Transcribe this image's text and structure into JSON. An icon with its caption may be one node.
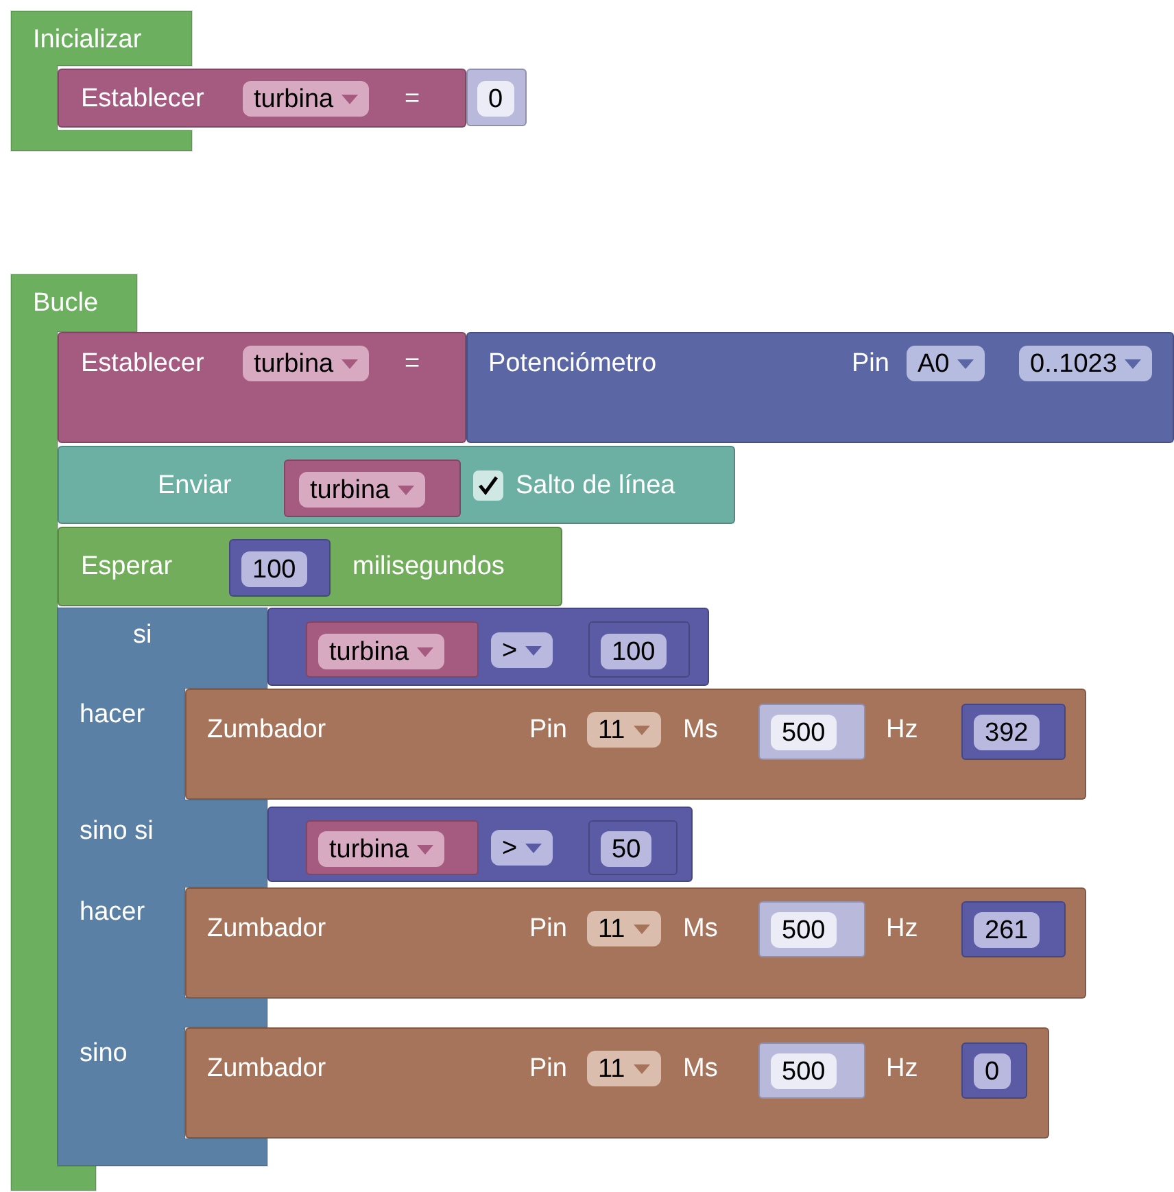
{
  "diagram": {
    "nodes": [
      {
        "text": [
          "Inicializar"
        ]
      },
      {
        "text": [
          "Establecer",
          "turbina",
          "="
        ]
      },
      {
        "text": [
          "0"
        ]
      },
      {
        "text": [
          "Bucle"
        ]
      },
      {
        "text": [
          "Establecer",
          "turbina",
          "="
        ]
      },
      {
        "text": [
          "Potenciómetro",
          "Pin",
          "A0",
          "0..1023"
        ]
      },
      {
        "text": [
          "Enviar",
          "Salto de línea"
        ]
      },
      {
        "text": [
          "turbina"
        ],
        "in": 6
      },
      {
        "text": [
          "Esperar",
          "milisegundos"
        ]
      },
      {
        "text": [
          "100"
        ],
        "in": 8
      },
      {
        "text": [
          "si",
          "hacer",
          "sino si",
          "hacer",
          "sino"
        ]
      },
      {
        "text": [
          ">"
        ]
      },
      {
        "text": [
          "turbina"
        ],
        "in": 11
      },
      {
        "text": [
          "100"
        ],
        "in": 11
      },
      {
        "text": [
          "Zumbador",
          "Pin",
          "11",
          "Ms",
          "Hz"
        ]
      },
      {
        "text": [
          "500"
        ],
        "in": 14
      },
      {
        "text": [
          "392"
        ],
        "in": 14
      },
      {
        "text": [
          ">"
        ]
      },
      {
        "text": [
          "turbina"
        ],
        "in": 17
      },
      {
        "text": [
          "50"
        ],
        "in": 17
      },
      {
        "text": [
          "Zumbador",
          "Pin",
          "11",
          "Ms",
          "Hz"
        ]
      },
      {
        "text": [
          "500"
        ],
        "in": 20
      },
      {
        "text": [
          "261"
        ],
        "in": 20
      },
      {
        "text": [
          "Zumbador",
          "Pin",
          "11",
          "Ms",
          "Hz"
        ]
      },
      {
        "text": [
          "500"
        ],
        "in": 23
      },
      {
        "text": [
          "0"
        ],
        "in": 23
      }
    ]
  }
}
